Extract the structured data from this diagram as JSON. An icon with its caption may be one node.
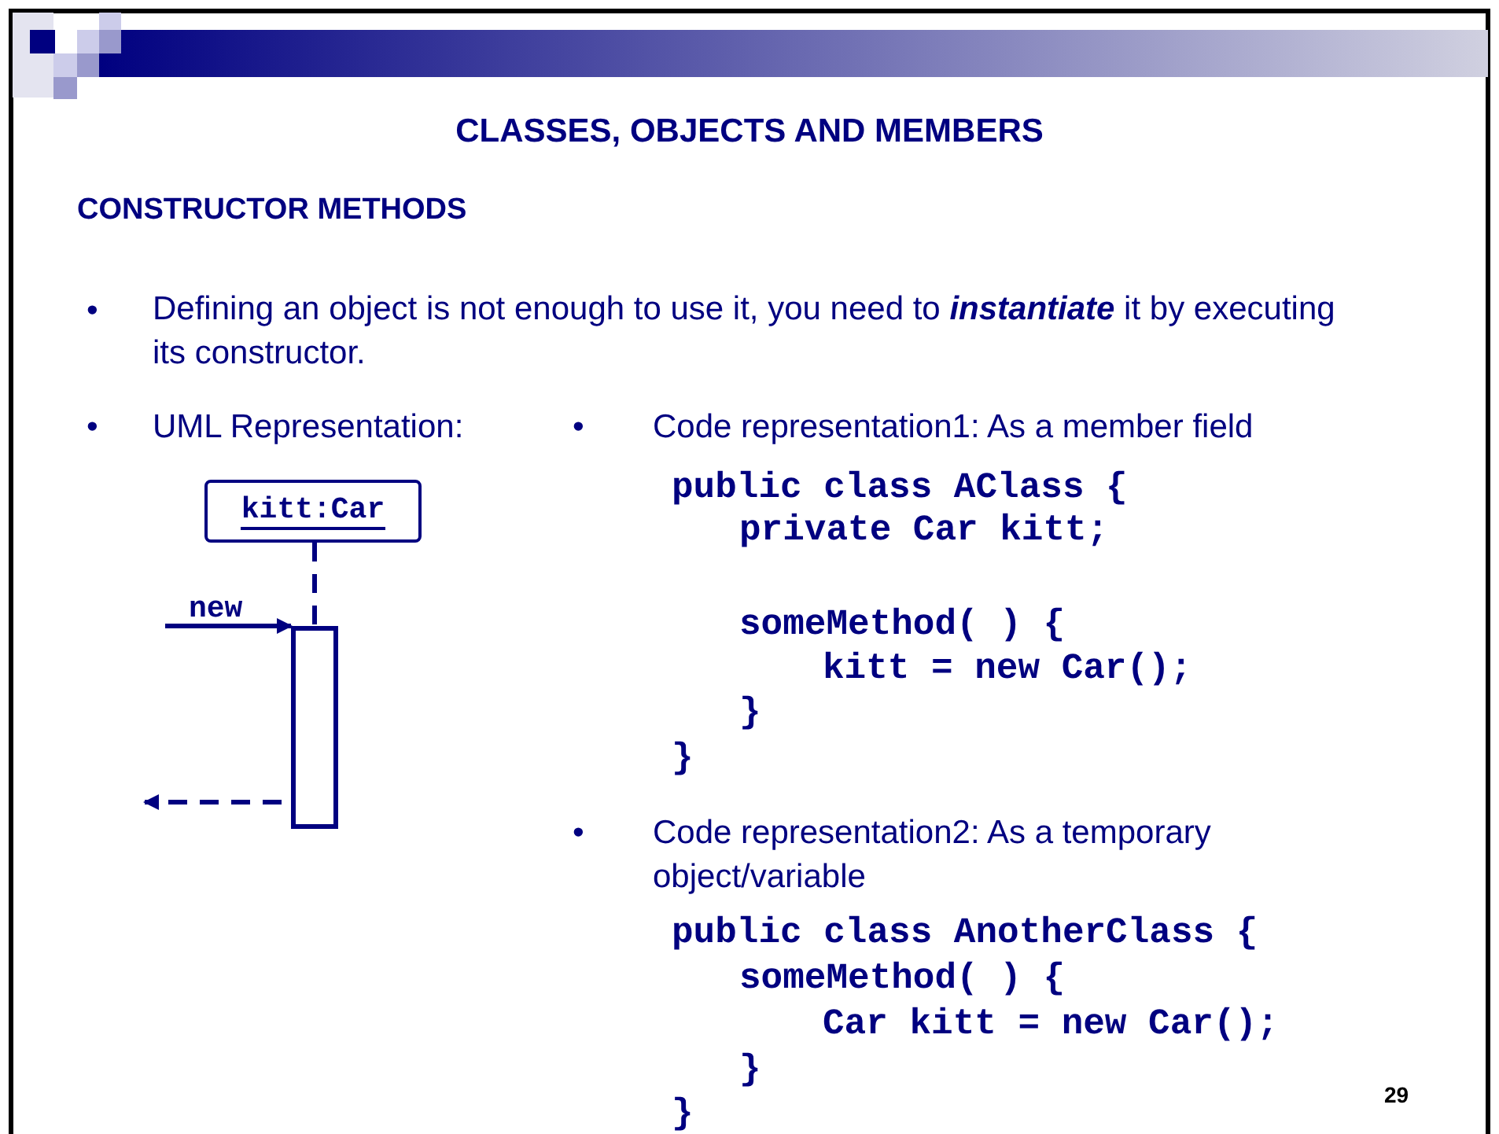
{
  "diagram": {
    "title": "CLASSES, OBJECTS AND MEMBERS",
    "nodes": [
      {
        "text": [
          "kitt:Car"
        ]
      },
      {
        "text": [],
        "shape": "bar"
      }
    ],
    "edges": [
      {
        "from": 0,
        "to": 1,
        "arrow": "none",
        "style": "dashed"
      },
      {
        "from": null,
        "to": 1,
        "arrow": "to",
        "label": "new"
      },
      {
        "from": 1,
        "to": null,
        "arrow": "to",
        "style": "dashed"
      }
    ],
    "labels": [
      "CONSTRUCTOR METHODS",
      "•",
      "Defining an object is not enough to use it, you need to **instantiate** it by executing its constructor.",
      "•",
      "UML Representation:",
      "•",
      "Code representation1: As a member field",
      "public class AClass {",
      "private Car kitt;",
      "someMethod( ) {",
      "kitt = new Car();",
      "}",
      "}",
      "•",
      "Code representation2: As a temporary object/variable",
      "public class AnotherClass {",
      "someMethod( ) {",
      "Car kitt = new Car();",
      "}",
      "}",
      "29"
    ]
  }
}
